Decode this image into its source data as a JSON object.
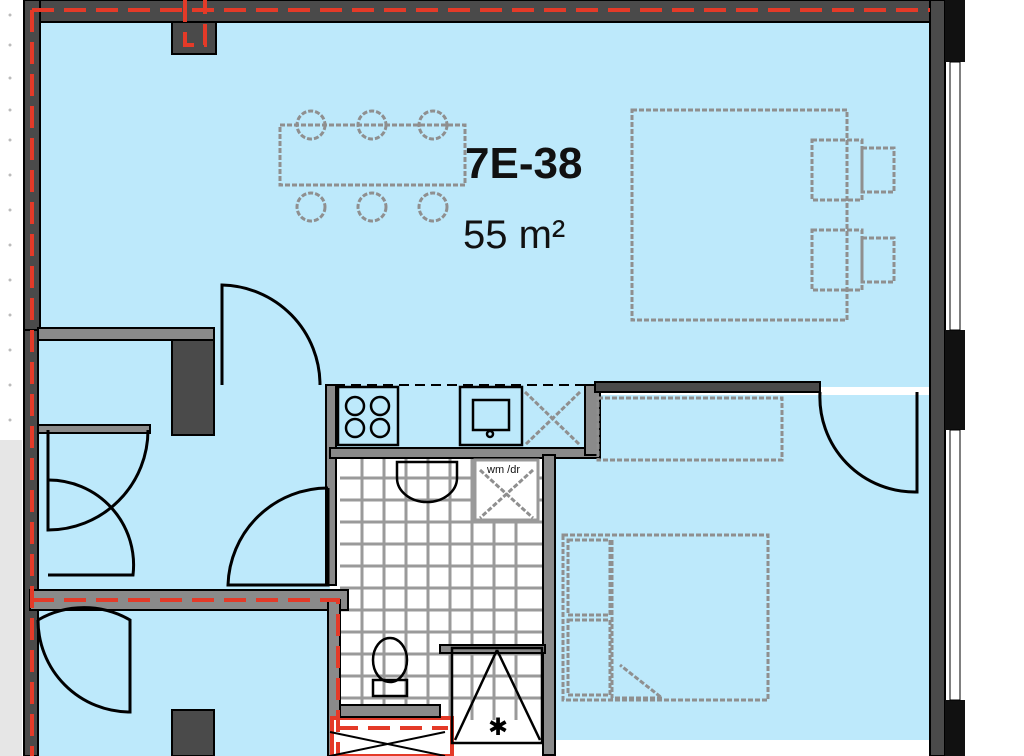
{
  "unit": {
    "id": "7E-38",
    "area": "55 m²"
  },
  "labels": {
    "washer_dryer": "wm /dr"
  },
  "colors": {
    "room": "#bde9fb",
    "insulation": "#e43a28",
    "wall": "#4a4a4a",
    "furniture": "#8f8f8f"
  }
}
